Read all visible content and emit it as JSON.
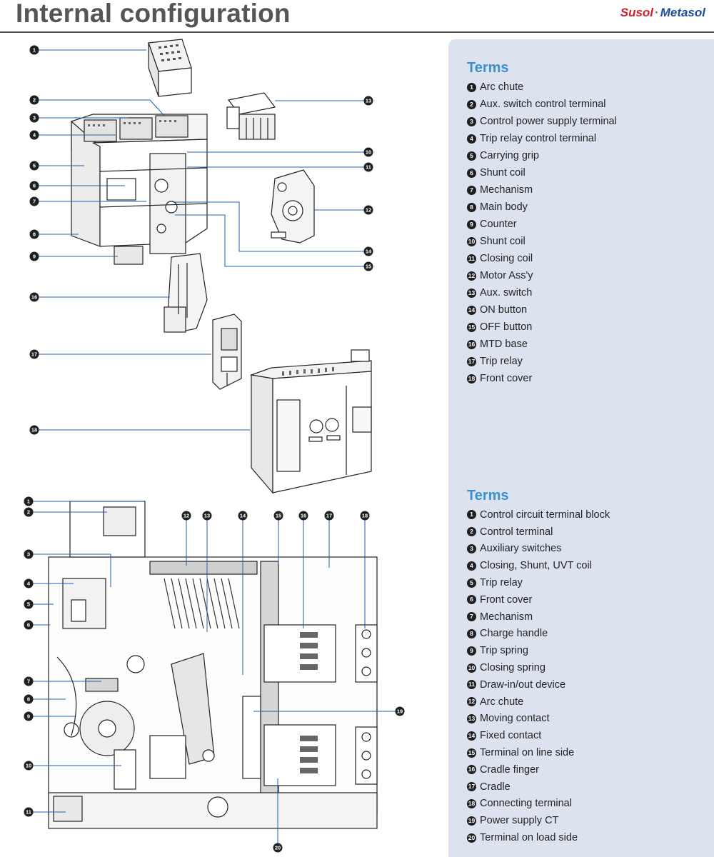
{
  "header": {
    "title": "Internal configuration",
    "brand_part1": "Susol",
    "brand_separator": "·",
    "brand_part2": "Metasol"
  },
  "colors": {
    "title": "#555555",
    "accent_blue": "#3a8fcf",
    "callout_line": "#1f5fa8",
    "panel_bg": "#dde3ee",
    "brand_red": "#d0202e",
    "brand_blue": "#1a4f9c"
  },
  "terms_top": {
    "heading": "Terms",
    "items": [
      {
        "num": "1",
        "label": "Arc chute"
      },
      {
        "num": "2",
        "label": "Aux. switch control terminal"
      },
      {
        "num": "3",
        "label": "Control power supply terminal"
      },
      {
        "num": "4",
        "label": "Trip relay control terminal"
      },
      {
        "num": "5",
        "label": "Carrying grip"
      },
      {
        "num": "6",
        "label": "Shunt coil"
      },
      {
        "num": "7",
        "label": "Mechanism"
      },
      {
        "num": "8",
        "label": "Main body"
      },
      {
        "num": "9",
        "label": "Counter"
      },
      {
        "num": "10",
        "label": "Shunt coil"
      },
      {
        "num": "11",
        "label": "Closing coil"
      },
      {
        "num": "12",
        "label": "Motor Ass'y"
      },
      {
        "num": "13",
        "label": "Aux. switch"
      },
      {
        "num": "14",
        "label": "ON button"
      },
      {
        "num": "15",
        "label": "OFF button"
      },
      {
        "num": "16",
        "label": "MTD base"
      },
      {
        "num": "17",
        "label": "Trip relay"
      },
      {
        "num": "18",
        "label": "Front cover"
      }
    ]
  },
  "terms_bottom": {
    "heading": "Terms",
    "items": [
      {
        "num": "1",
        "label": "Control circuit terminal block"
      },
      {
        "num": "2",
        "label": "Control terminal"
      },
      {
        "num": "3",
        "label": "Auxiliary switches"
      },
      {
        "num": "4",
        "label": "Closing, Shunt, UVT coil"
      },
      {
        "num": "5",
        "label": "Trip relay"
      },
      {
        "num": "6",
        "label": "Front cover"
      },
      {
        "num": "7",
        "label": "Mechanism"
      },
      {
        "num": "8",
        "label": "Charge handle"
      },
      {
        "num": "9",
        "label": "Trip spring"
      },
      {
        "num": "10",
        "label": "Closing spring"
      },
      {
        "num": "11",
        "label": "Draw-in/out device"
      },
      {
        "num": "12",
        "label": "Arc chute"
      },
      {
        "num": "13",
        "label": "Moving contact"
      },
      {
        "num": "14",
        "label": "Fixed contact"
      },
      {
        "num": "15",
        "label": "Terminal on line side"
      },
      {
        "num": "16",
        "label": "Cradle finger"
      },
      {
        "num": "17",
        "label": "Cradle"
      },
      {
        "num": "18",
        "label": "Connecting terminal"
      },
      {
        "num": "19",
        "label": "Power supply CT"
      },
      {
        "num": "20",
        "label": "Terminal on load side"
      }
    ]
  },
  "exploded_callouts": [
    "1",
    "2",
    "3",
    "4",
    "5",
    "6",
    "7",
    "8",
    "9",
    "10",
    "11",
    "12",
    "13",
    "14",
    "15",
    "16",
    "17",
    "18"
  ],
  "section_callouts": [
    "1",
    "2",
    "3",
    "4",
    "5",
    "6",
    "7",
    "8",
    "9",
    "10",
    "11",
    "12",
    "13",
    "14",
    "15",
    "16",
    "17",
    "18",
    "19",
    "20"
  ]
}
